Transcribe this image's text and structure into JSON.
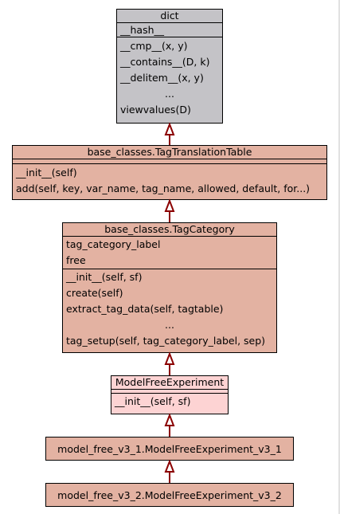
{
  "classes": {
    "dict": {
      "name": "dict",
      "attributes": [
        "__hash__"
      ],
      "methods": [
        "__cmp__(x, y)",
        "__contains__(D, k)",
        "__delitem__(x, y)",
        "...",
        "viewvalues(D)"
      ],
      "fill": "#c4c3c7"
    },
    "tag_translation_table": {
      "name": "base_classes.TagTranslationTable",
      "attributes": [],
      "methods": [
        "__init__(self)",
        "add(self, key, var_name, tag_name, allowed, default, for...)"
      ],
      "fill": "#e3b2a2"
    },
    "tag_category": {
      "name": "base_classes.TagCategory",
      "attributes": [
        "tag_category_label",
        "free"
      ],
      "methods": [
        "__init__(self, sf)",
        "create(self)",
        "extract_tag_data(self, tagtable)",
        "...",
        "tag_setup(self, tag_category_label, sep)"
      ],
      "fill": "#e3b2a2"
    },
    "model_free_experiment": {
      "name": "ModelFreeExperiment",
      "attributes": [],
      "methods": [
        "__init__(self, sf)"
      ],
      "fill": "#fdd3d3"
    },
    "v3_1": {
      "name": "model_free_v3_1.ModelFreeExperiment_v3_1",
      "fill": "#e3b2a2"
    },
    "v3_2": {
      "name": "model_free_v3_2.ModelFreeExperiment_v3_2",
      "fill": "#e3b2a2"
    }
  },
  "colors": {
    "arrow": "#8b0000",
    "border": "#000000"
  }
}
